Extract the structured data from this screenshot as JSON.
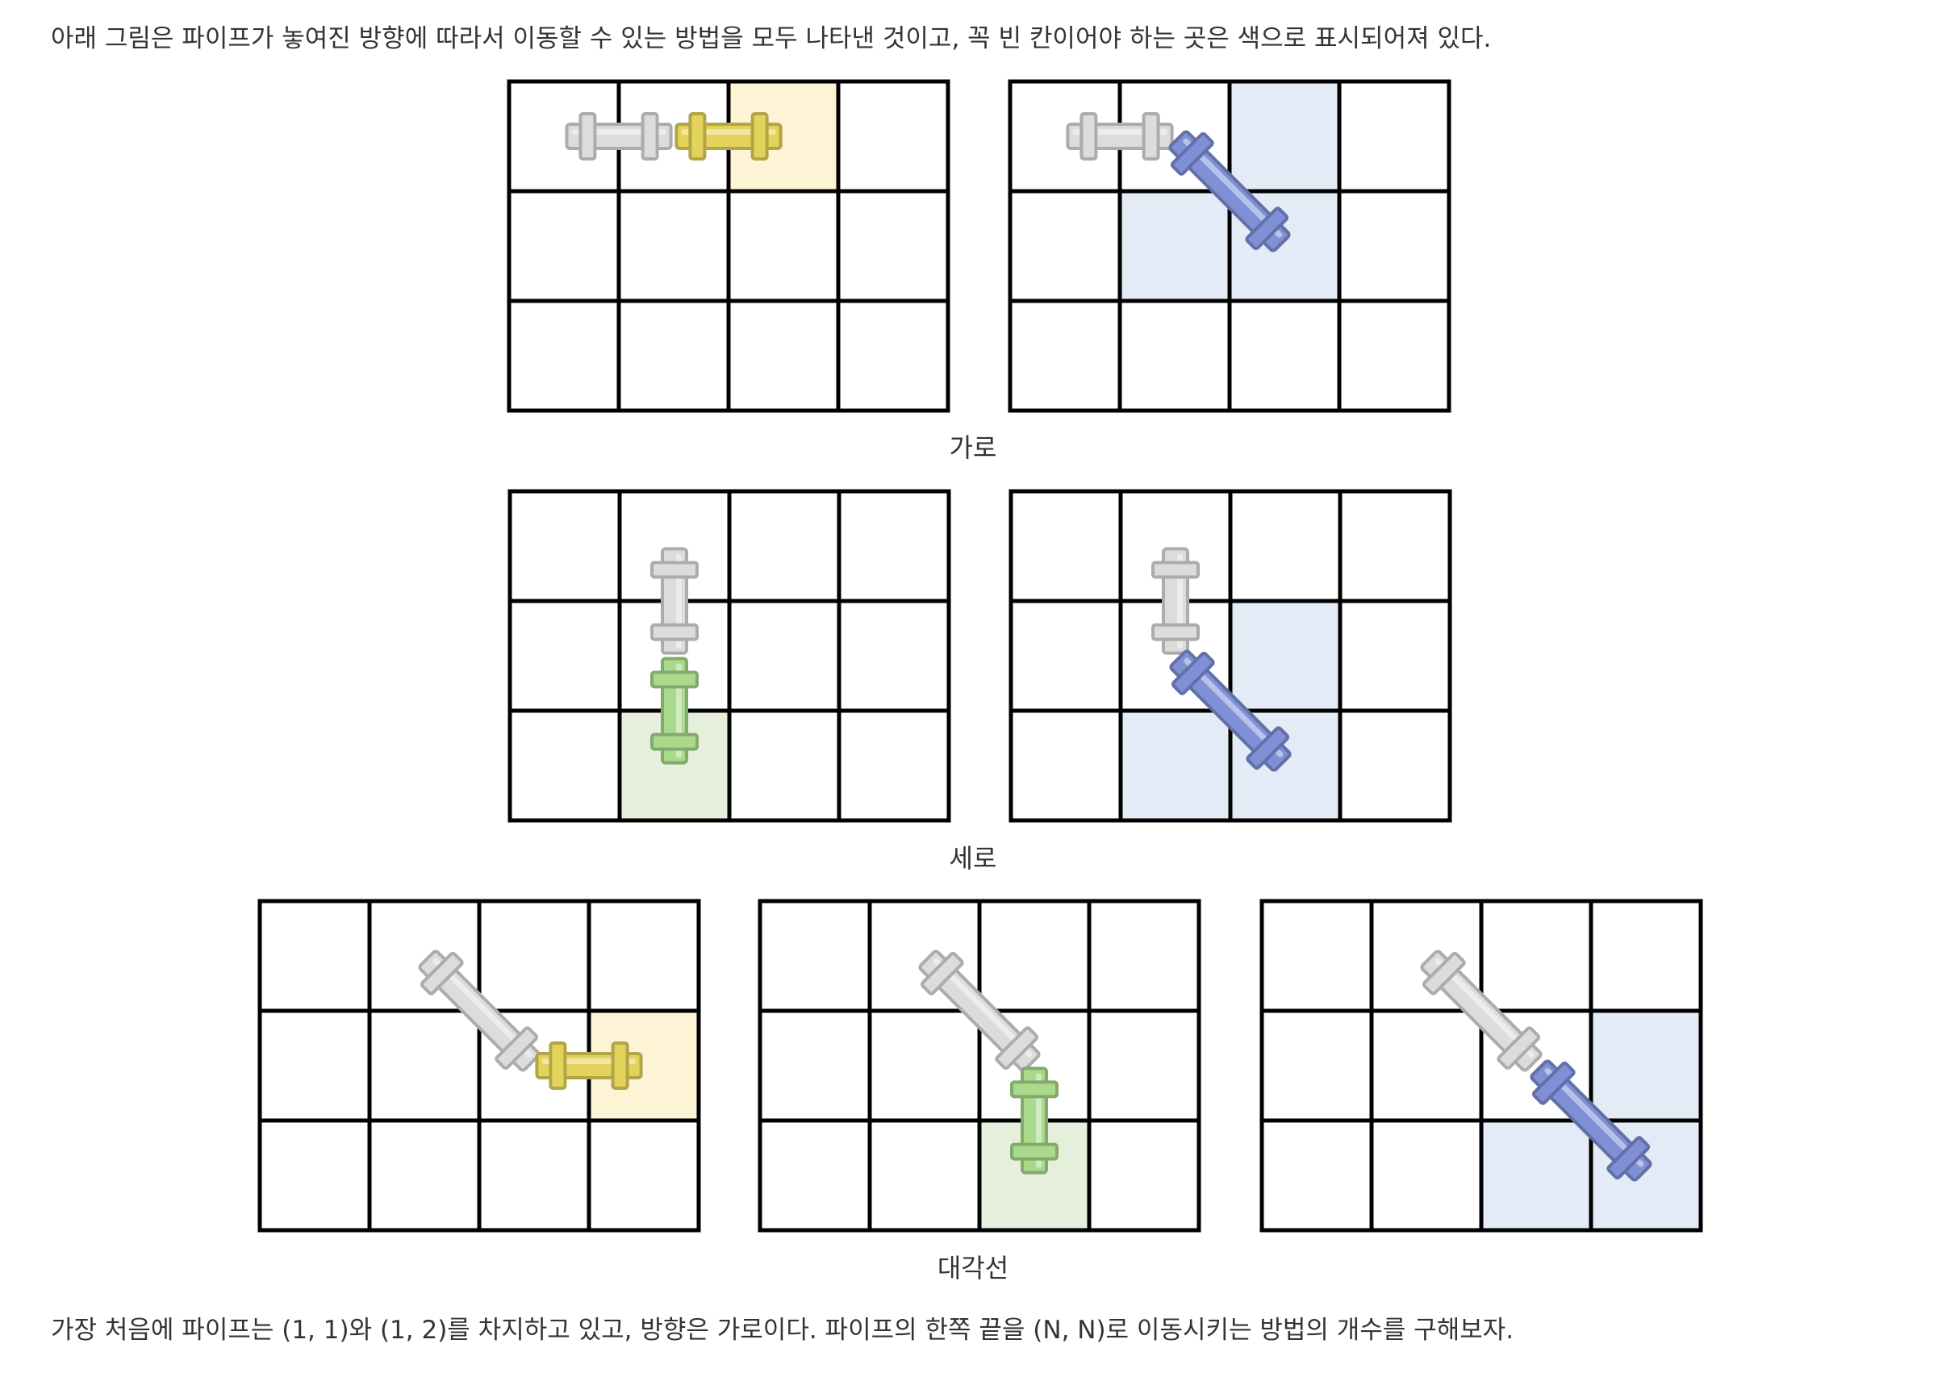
{
  "intro_text": "아래 그림은 파이프가 놓여진 방향에 따라서 이동할 수 있는 방법을 모두 나타낸 것이고, 꼭 빈 칸이어야 하는 곳은 색으로 표시되어져 있다.",
  "outro_text": "가장 처음에 파이프는 (1, 1)와 (1, 2)를 차지하고 있고, 방향은 가로이다. 파이프의 한쪽 끝을 (N, N)로 이동시키는 방법의 개수를 구해보자.",
  "captions": {
    "horizontal": "가로",
    "vertical": "세로",
    "diagonal": "대각선"
  },
  "colors": {
    "grid_line": "#000000",
    "from_pipe": "#dcdcdc",
    "horizontal_pipe": "#e3d35b",
    "vertical_pipe": "#a9d98a",
    "diagonal_pipe": "#7f90d6",
    "horizontal_cell": "#fdf3d5",
    "vertical_cell": "#e6efdc",
    "diagonal_cell": "#e3ebf6"
  },
  "grid": {
    "rows": 3,
    "cols": 4
  },
  "diagrams": [
    {
      "group": "horizontal",
      "from": {
        "type": "horizontal",
        "cells": [
          [
            0,
            0
          ],
          [
            0,
            1
          ]
        ]
      },
      "to": {
        "type": "horizontal",
        "cells": [
          [
            0,
            1
          ],
          [
            0,
            2
          ]
        ]
      },
      "required_empty": [
        [
          0,
          2
        ]
      ]
    },
    {
      "group": "horizontal",
      "from": {
        "type": "horizontal",
        "cells": [
          [
            0,
            0
          ],
          [
            0,
            1
          ]
        ]
      },
      "to": {
        "type": "diagonal",
        "cells": [
          [
            0,
            1
          ],
          [
            1,
            2
          ]
        ]
      },
      "required_empty": [
        [
          0,
          2
        ],
        [
          1,
          1
        ],
        [
          1,
          2
        ]
      ]
    },
    {
      "group": "vertical",
      "from": {
        "type": "vertical",
        "cells": [
          [
            0,
            1
          ],
          [
            1,
            1
          ]
        ]
      },
      "to": {
        "type": "vertical",
        "cells": [
          [
            1,
            1
          ],
          [
            2,
            1
          ]
        ]
      },
      "required_empty": [
        [
          2,
          1
        ]
      ]
    },
    {
      "group": "vertical",
      "from": {
        "type": "vertical",
        "cells": [
          [
            0,
            1
          ],
          [
            1,
            1
          ]
        ]
      },
      "to": {
        "type": "diagonal",
        "cells": [
          [
            1,
            1
          ],
          [
            2,
            2
          ]
        ]
      },
      "required_empty": [
        [
          1,
          2
        ],
        [
          2,
          1
        ],
        [
          2,
          2
        ]
      ]
    },
    {
      "group": "diagonal",
      "from": {
        "type": "diagonal",
        "cells": [
          [
            0,
            1
          ],
          [
            1,
            2
          ]
        ]
      },
      "to": {
        "type": "horizontal",
        "cells": [
          [
            1,
            2
          ],
          [
            1,
            3
          ]
        ]
      },
      "required_empty": [
        [
          1,
          3
        ]
      ]
    },
    {
      "group": "diagonal",
      "from": {
        "type": "diagonal",
        "cells": [
          [
            0,
            1
          ],
          [
            1,
            2
          ]
        ]
      },
      "to": {
        "type": "vertical",
        "cells": [
          [
            1,
            2
          ],
          [
            2,
            2
          ]
        ]
      },
      "required_empty": [
        [
          2,
          2
        ]
      ]
    },
    {
      "group": "diagonal",
      "from": {
        "type": "diagonal",
        "cells": [
          [
            0,
            1
          ],
          [
            1,
            2
          ]
        ]
      },
      "to": {
        "type": "diagonal",
        "cells": [
          [
            1,
            2
          ],
          [
            2,
            3
          ]
        ]
      },
      "required_empty": [
        [
          1,
          3
        ],
        [
          2,
          2
        ],
        [
          2,
          3
        ]
      ]
    }
  ]
}
